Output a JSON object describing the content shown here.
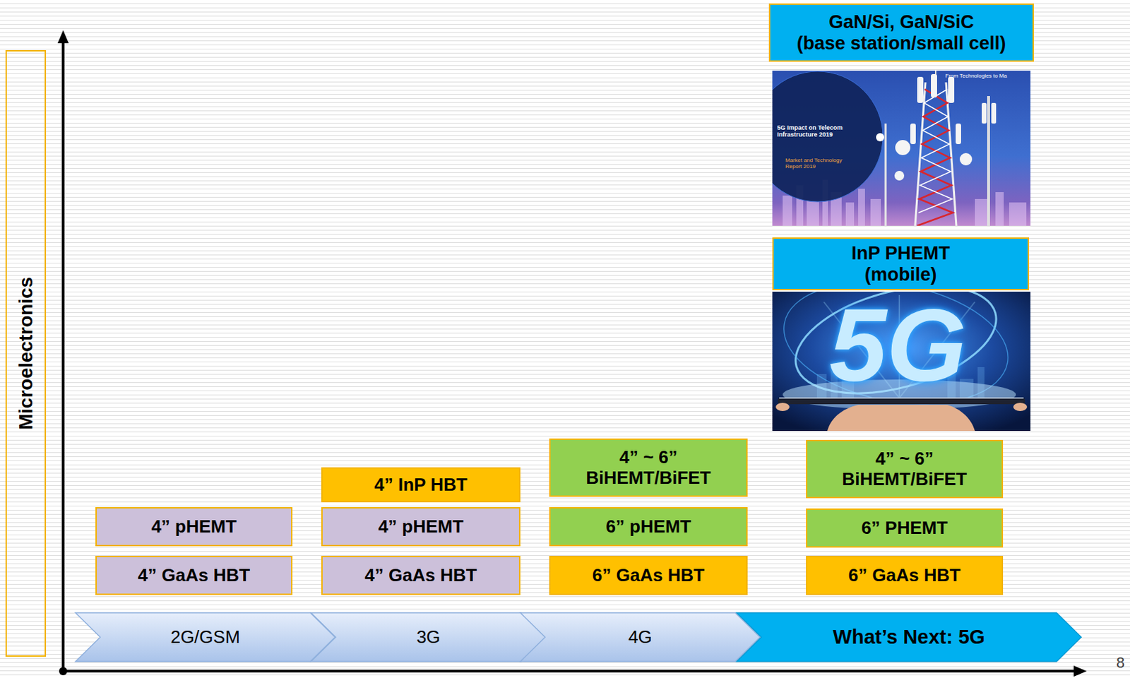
{
  "diagram": {
    "nodes": [
      {
        "text": [
          "Microelectronics"
        ]
      },
      {
        "text": [
          "GaN/Si, GaN/SiC",
          "(base station/small cell)"
        ]
      },
      {
        "text": [
          "InP PHEMT",
          "(mobile)"
        ]
      },
      {
        "text": [
          "4” pHEMT"
        ]
      },
      {
        "text": [
          "4” GaAs HBT"
        ]
      },
      {
        "text": [
          "4” InP HBT"
        ]
      },
      {
        "text": [
          "4” pHEMT"
        ]
      },
      {
        "text": [
          "4” GaAs HBT"
        ]
      },
      {
        "text": [
          "4” ~ 6” BiHEMT/BiFET"
        ]
      },
      {
        "text": [
          "6” pHEMT"
        ]
      },
      {
        "text": [
          "6” GaAs HBT"
        ]
      },
      {
        "text": [
          "4” ~ 6” BiHEMT/BiFET"
        ]
      },
      {
        "text": [
          "6” PHEMT"
        ]
      },
      {
        "text": [
          "6” GaAs HBT"
        ]
      },
      {
        "text": [
          "2G/GSM"
        ]
      },
      {
        "text": [
          "3G"
        ]
      },
      {
        "text": [
          "4G"
        ]
      },
      {
        "text": [
          "What’s Next: 5G"
        ]
      }
    ],
    "labels": [
      "From Technologies to Ma",
      "5G Impact on Telecom Infrastructure 2019",
      "Market and Technology Report 2019",
      "5G",
      "8"
    ]
  }
}
